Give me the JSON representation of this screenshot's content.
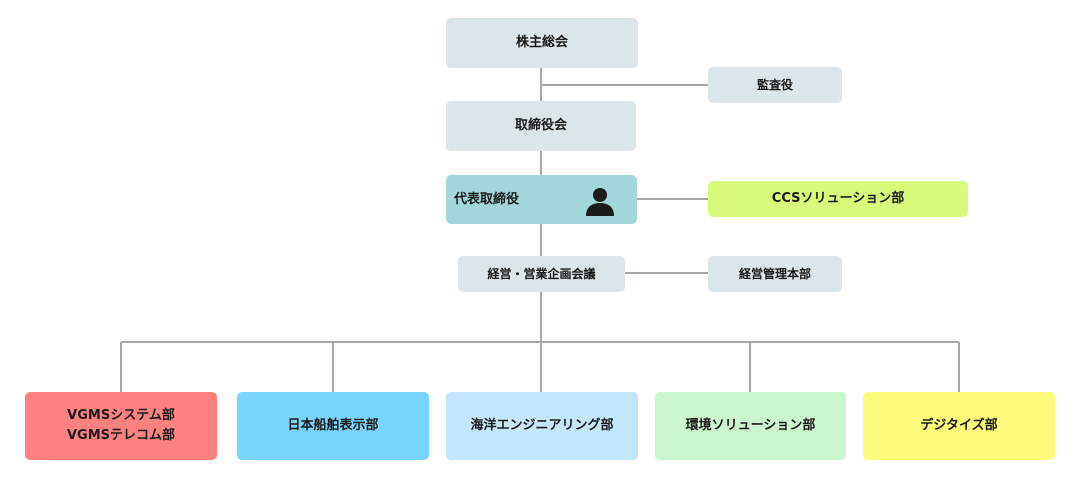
{
  "nodes": {
    "shareholders": "株主総会",
    "auditor": "監査役",
    "board": "取締役会",
    "ceo": "代表取締役",
    "ccs": "CCSソリューション部",
    "planning": "経営・営業企画会議",
    "management": "経営管理本部",
    "vgms_line1": "VGMSシステム部",
    "vgms_line2": "VGMSテレコム部",
    "display": "日本船舶表示部",
    "marine": "海洋エンジニアリング部",
    "environment": "環境ソリューション部",
    "digitize": "デジタイズ部"
  },
  "icons": {
    "ceo": "person-silhouette-icon"
  },
  "colors": {
    "gray": "#dce6ea",
    "teal": "#a3d8da",
    "lime": "#d8f97a",
    "red": "#ff827f",
    "blue": "#78d4fc",
    "light_blue": "#c3e6fb",
    "green": "#cbf5cf",
    "yellow": "#fcfd7a",
    "connector": "#a8a8a8"
  }
}
